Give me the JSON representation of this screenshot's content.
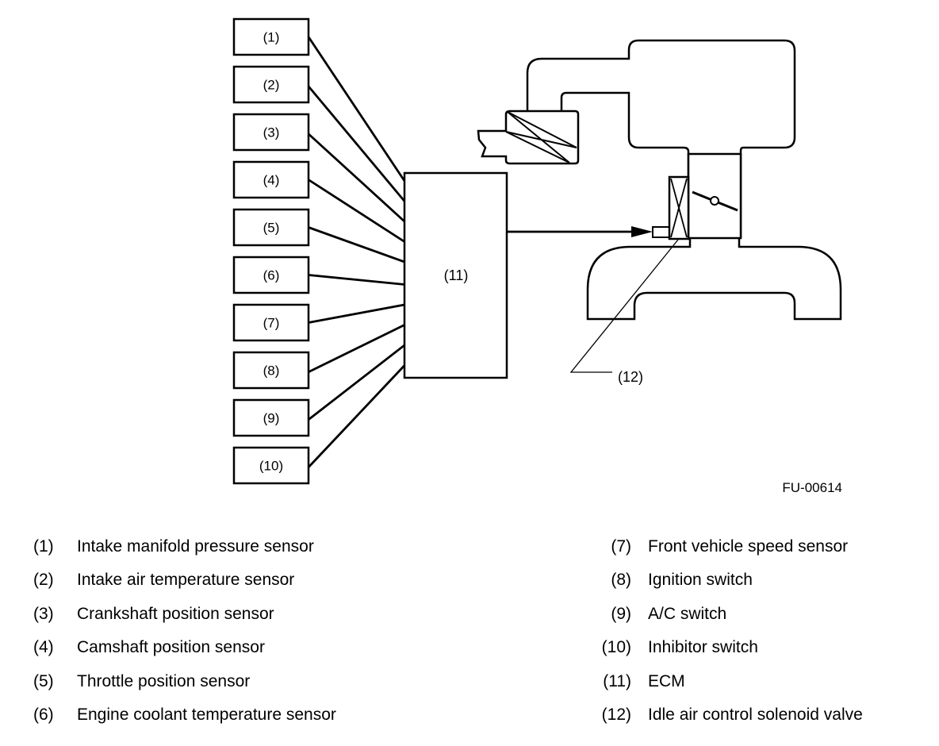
{
  "diagram": {
    "title_id": "FU-00614",
    "sensors": [
      {
        "label": "(1)"
      },
      {
        "label": "(2)"
      },
      {
        "label": "(3)"
      },
      {
        "label": "(4)"
      },
      {
        "label": "(5)"
      },
      {
        "label": "(6)"
      },
      {
        "label": "(7)"
      },
      {
        "label": "(8)"
      },
      {
        "label": "(9)"
      },
      {
        "label": "(10)"
      }
    ],
    "ecm_label": "(11)",
    "valve_callout": "(12)",
    "line_color": "#000000",
    "background": "#ffffff"
  },
  "legend": {
    "left": [
      {
        "num": "(1)",
        "text": "Intake manifold pressure sensor"
      },
      {
        "num": "(2)",
        "text": "Intake air temperature sensor"
      },
      {
        "num": "(3)",
        "text": "Crankshaft position sensor"
      },
      {
        "num": "(4)",
        "text": "Camshaft position sensor"
      },
      {
        "num": "(5)",
        "text": "Throttle position sensor"
      },
      {
        "num": "(6)",
        "text": "Engine coolant temperature sensor"
      }
    ],
    "right": [
      {
        "num": "(7)",
        "text": "Front vehicle speed sensor"
      },
      {
        "num": "(8)",
        "text": "Ignition switch"
      },
      {
        "num": "(9)",
        "text": "A/C switch"
      },
      {
        "num": "(10)",
        "text": "Inhibitor switch"
      },
      {
        "num": "(11)",
        "text": "ECM"
      },
      {
        "num": "(12)",
        "text": "Idle air control solenoid valve"
      }
    ]
  }
}
